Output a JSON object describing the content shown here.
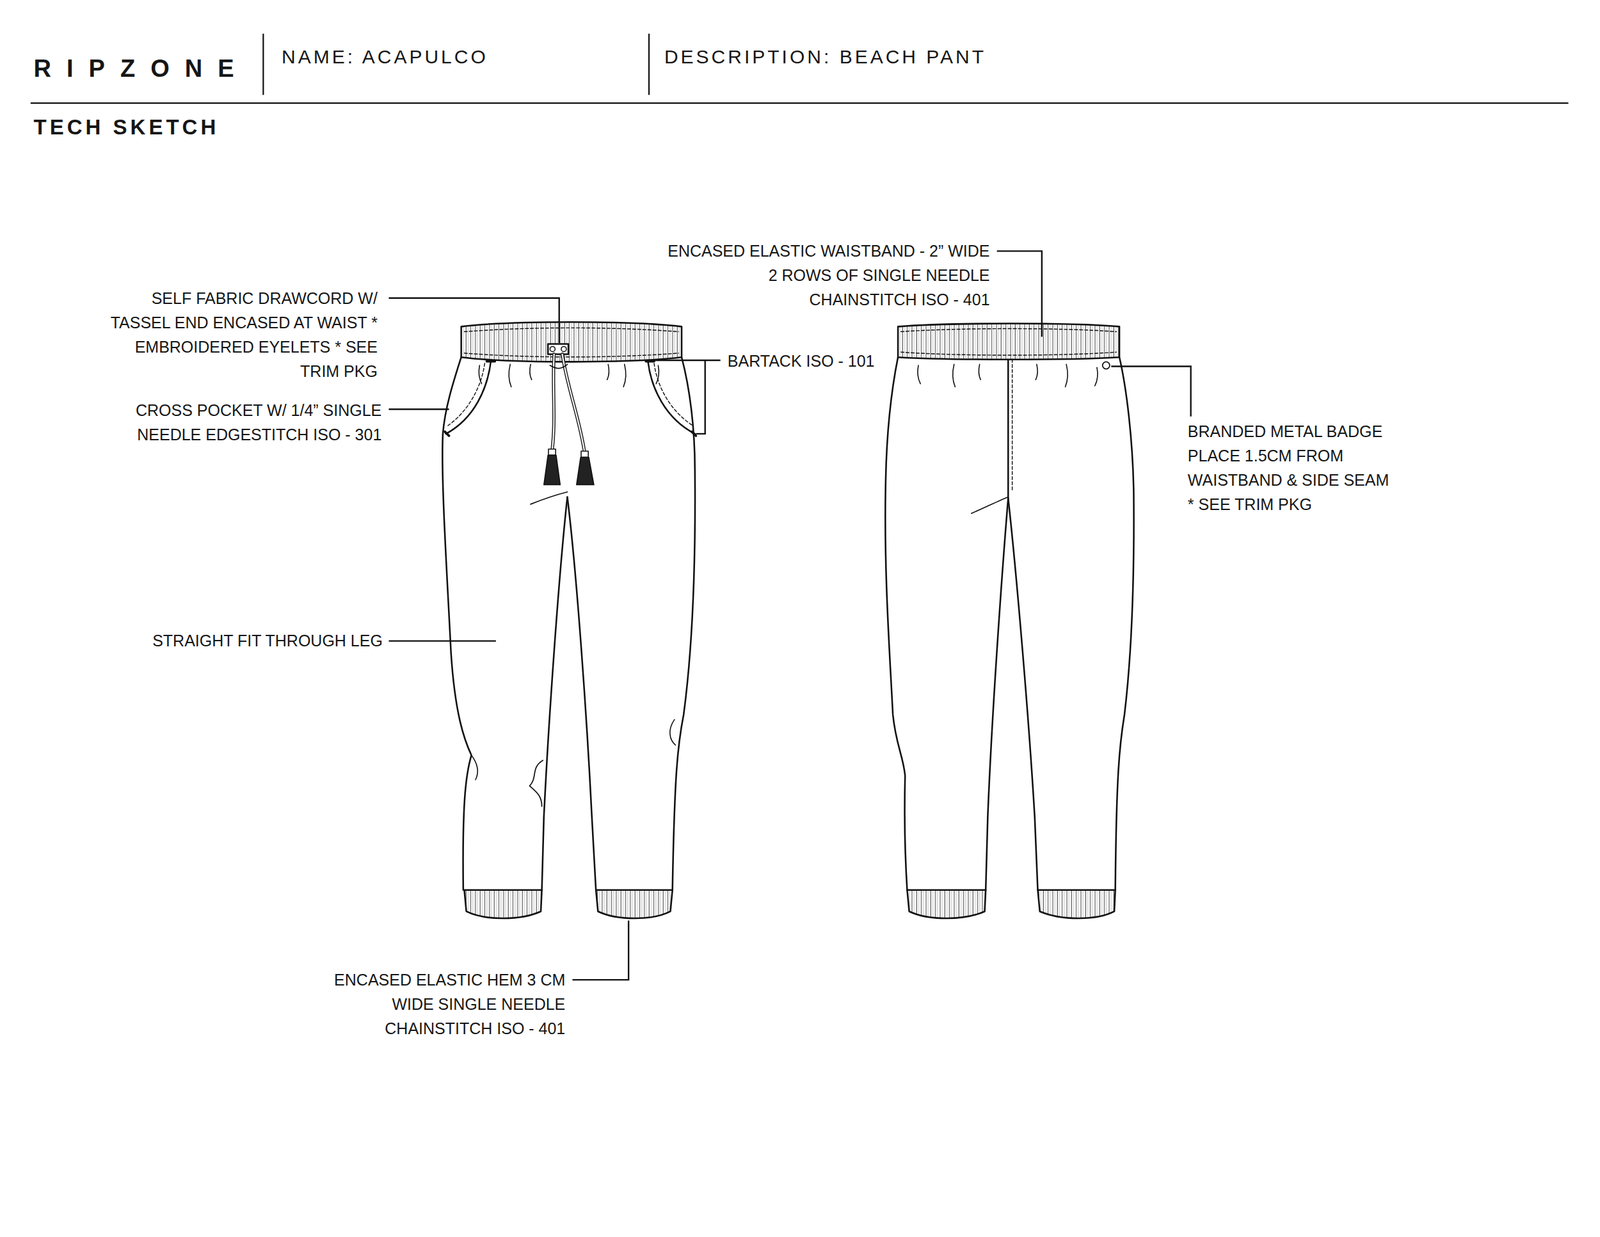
{
  "diagram": {
    "title": "TECH SKETCH",
    "labels": [
      "RIPZONE",
      "NAME: ACAPULCO",
      "DESCRIPTION: BEACH PANT",
      "ENCASED ELASTIC WAISTBAND - 2” WIDE 2 ROWS OF SINGLE NEEDLE CHAINSTITCH ISO - 401",
      "SELF FABRIC DRAWCORD W/ TASSEL END ENCASED AT WAIST * EMBROIDERED EYELETS * SEE TRIM PKG",
      "BARTACK ISO - 101",
      "CROSS POCKET W/ 1/4” SINGLE NEEDLE EDGESTITCH ISO - 301",
      "BRANDED METAL BADGE PLACE 1.5CM FROM WAISTBAND & SIDE SEAM * SEE TRIM PKG",
      "STRAIGHT FIT THROUGH LEG",
      "ENCASED ELASTIC HEM 3 CM WIDE SINGLE NEEDLE CHAINSTITCH ISO - 401"
    ]
  }
}
